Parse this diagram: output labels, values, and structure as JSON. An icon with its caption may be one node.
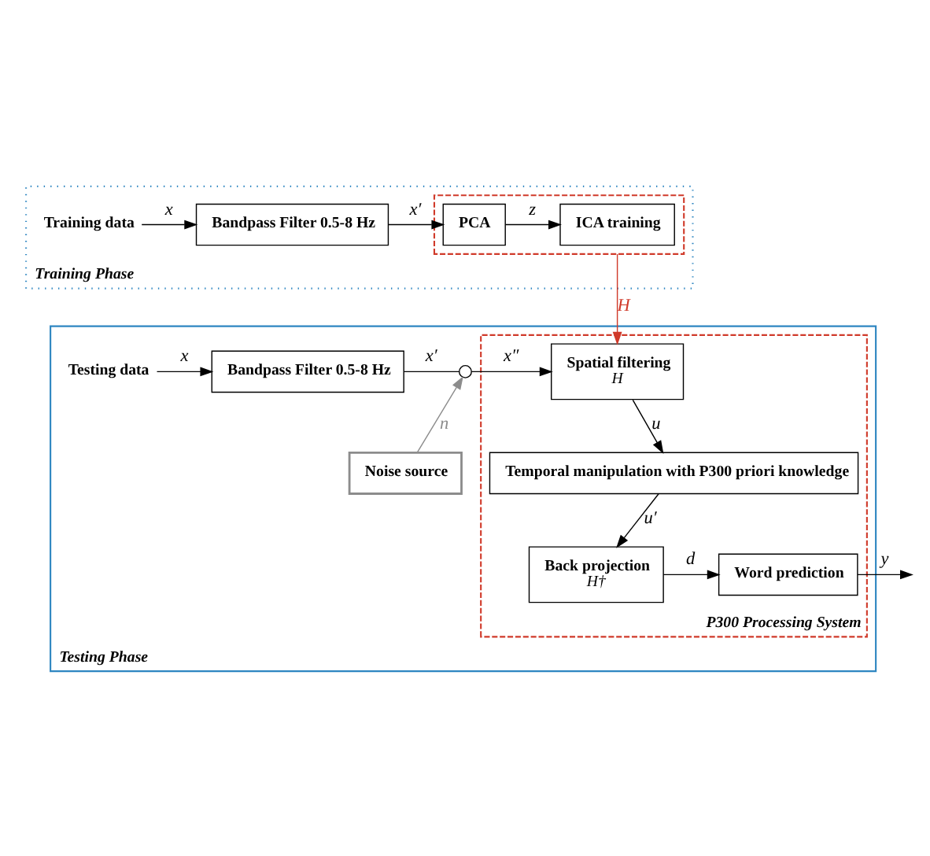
{
  "diagram": {
    "nodes": [
      {
        "text": [
          "Training Phase"
        ]
      },
      {
        "text": [
          "Training data"
        ],
        "in": 0
      },
      {
        "text": [
          "Bandpass Filter 0.5-8 Hz"
        ],
        "in": 0
      },
      {
        "text": [],
        "shape": "box",
        "in": 0
      },
      {
        "text": [
          "PCA"
        ],
        "in": 3
      },
      {
        "text": [
          "ICA training"
        ],
        "in": 3
      },
      {
        "text": [
          "Testing Phase"
        ]
      },
      {
        "text": [
          "Testing data"
        ],
        "in": 6
      },
      {
        "text": [
          "Bandpass Filter 0.5-8 Hz"
        ],
        "in": 6
      },
      {
        "text": [],
        "shape": "circle",
        "in": 6
      },
      {
        "text": [
          "Noise source"
        ],
        "in": 6
      },
      {
        "text": [
          "P300 Processing System"
        ],
        "in": 6
      },
      {
        "text": [
          "Spatial filtering",
          "H"
        ],
        "in": 11
      },
      {
        "text": [
          "Temporal manipulation with P300 priori knowledge"
        ],
        "in": 11
      },
      {
        "text": [
          "Back projection",
          "H†"
        ],
        "in": 11
      },
      {
        "text": [
          "Word prediction"
        ],
        "in": 11
      }
    ],
    "edges": [
      {
        "from": 1,
        "to": 2,
        "arrow": "to",
        "label": "x"
      },
      {
        "from": 2,
        "to": 4,
        "arrow": "to",
        "label": "x′"
      },
      {
        "from": 4,
        "to": 5,
        "arrow": "to",
        "label": "z"
      },
      {
        "from": 3,
        "to": 12,
        "arrow": "to",
        "label": "H",
        "color": "#d03a2a"
      },
      {
        "from": 7,
        "to": 8,
        "arrow": "to",
        "label": "x"
      },
      {
        "from": 8,
        "to": 9,
        "arrow": "none",
        "label": "x′"
      },
      {
        "from": 9,
        "to": 12,
        "arrow": "to",
        "label": "x″"
      },
      {
        "from": 10,
        "to": 9,
        "arrow": "to",
        "label": "n",
        "color": "#8c8c8c"
      },
      {
        "from": 12,
        "to": 13,
        "arrow": "to",
        "label": "u"
      },
      {
        "from": 13,
        "to": 14,
        "arrow": "to",
        "label": "u′"
      },
      {
        "from": 14,
        "to": 15,
        "arrow": "to",
        "label": "d"
      },
      {
        "from": 15,
        "to": null,
        "arrow": "to",
        "label": "y"
      }
    ]
  }
}
